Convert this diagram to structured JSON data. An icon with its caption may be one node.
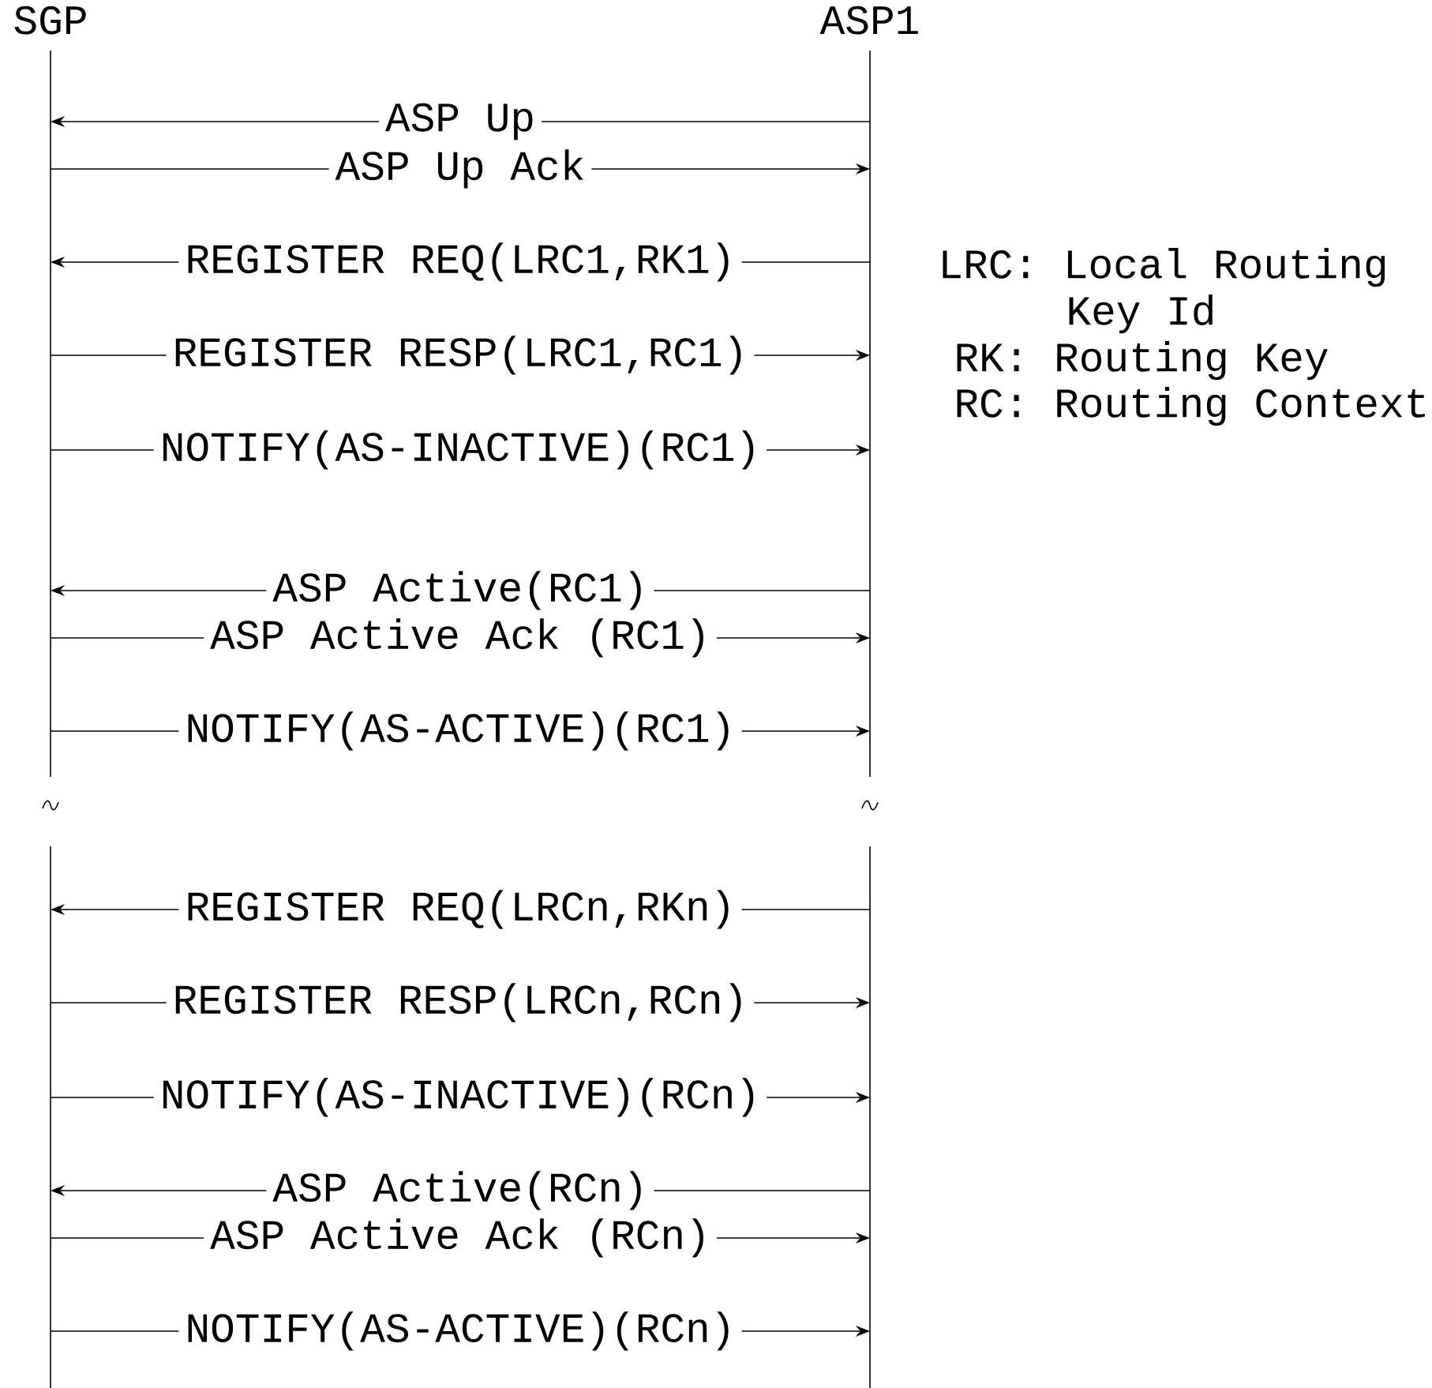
{
  "diagram": {
    "nodes": [
      {
        "text": [
          "SGP"
        ]
      },
      {
        "text": [
          "ASP1"
        ]
      }
    ],
    "edges": [
      {
        "from": 1,
        "to": 0,
        "arrow": "to",
        "label": "ASP Up"
      },
      {
        "from": 0,
        "to": 1,
        "arrow": "to",
        "label": "ASP Up Ack"
      },
      {
        "from": 1,
        "to": 0,
        "arrow": "to",
        "label": "REGISTER REQ(LRC1,RK1)"
      },
      {
        "from": 0,
        "to": 1,
        "arrow": "to",
        "label": "REGISTER RESP(LRC1,RC1)"
      },
      {
        "from": 0,
        "to": 1,
        "arrow": "to",
        "label": "NOTIFY(AS-INACTIVE)(RC1)"
      },
      {
        "from": 1,
        "to": 0,
        "arrow": "to",
        "label": "ASP Active(RC1)"
      },
      {
        "from": 0,
        "to": 1,
        "arrow": "to",
        "label": "ASP Active Ack (RC1)"
      },
      {
        "from": 0,
        "to": 1,
        "arrow": "to",
        "label": "NOTIFY(AS-ACTIVE)(RC1)"
      },
      {
        "from": 1,
        "to": 0,
        "arrow": "to",
        "label": "REGISTER REQ(LRCn,RKn)"
      },
      {
        "from": 0,
        "to": 1,
        "arrow": "to",
        "label": "REGISTER RESP(LRCn,RCn)"
      },
      {
        "from": 0,
        "to": 1,
        "arrow": "to",
        "label": "NOTIFY(AS-INACTIVE)(RCn)"
      },
      {
        "from": 1,
        "to": 0,
        "arrow": "to",
        "label": "ASP Active(RCn)"
      },
      {
        "from": 0,
        "to": 1,
        "arrow": "to",
        "label": "ASP Active Ack (RCn)"
      },
      {
        "from": 0,
        "to": 1,
        "arrow": "to",
        "label": "NOTIFY(AS-ACTIVE)(RCn)"
      }
    ],
    "labels": [
      "LRC: Local Routing Key Id",
      "RK: Routing Key",
      "RC: Routing Context"
    ]
  }
}
